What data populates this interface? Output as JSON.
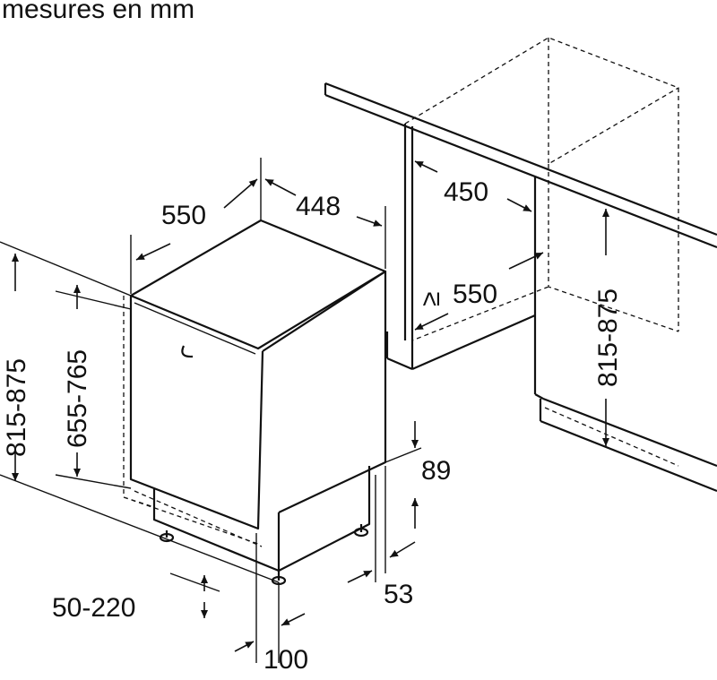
{
  "title": "mesures en mm",
  "labels": {
    "depth": "550",
    "width": "448",
    "niche_width": "450",
    "niche_depth": "≥ 550",
    "total_height": "815-875",
    "door_height": "655-765",
    "niche_height": "815-875",
    "plinth_height": "89",
    "plinth_min": "53",
    "feet": "50-220",
    "plinth_offset": "100"
  }
}
